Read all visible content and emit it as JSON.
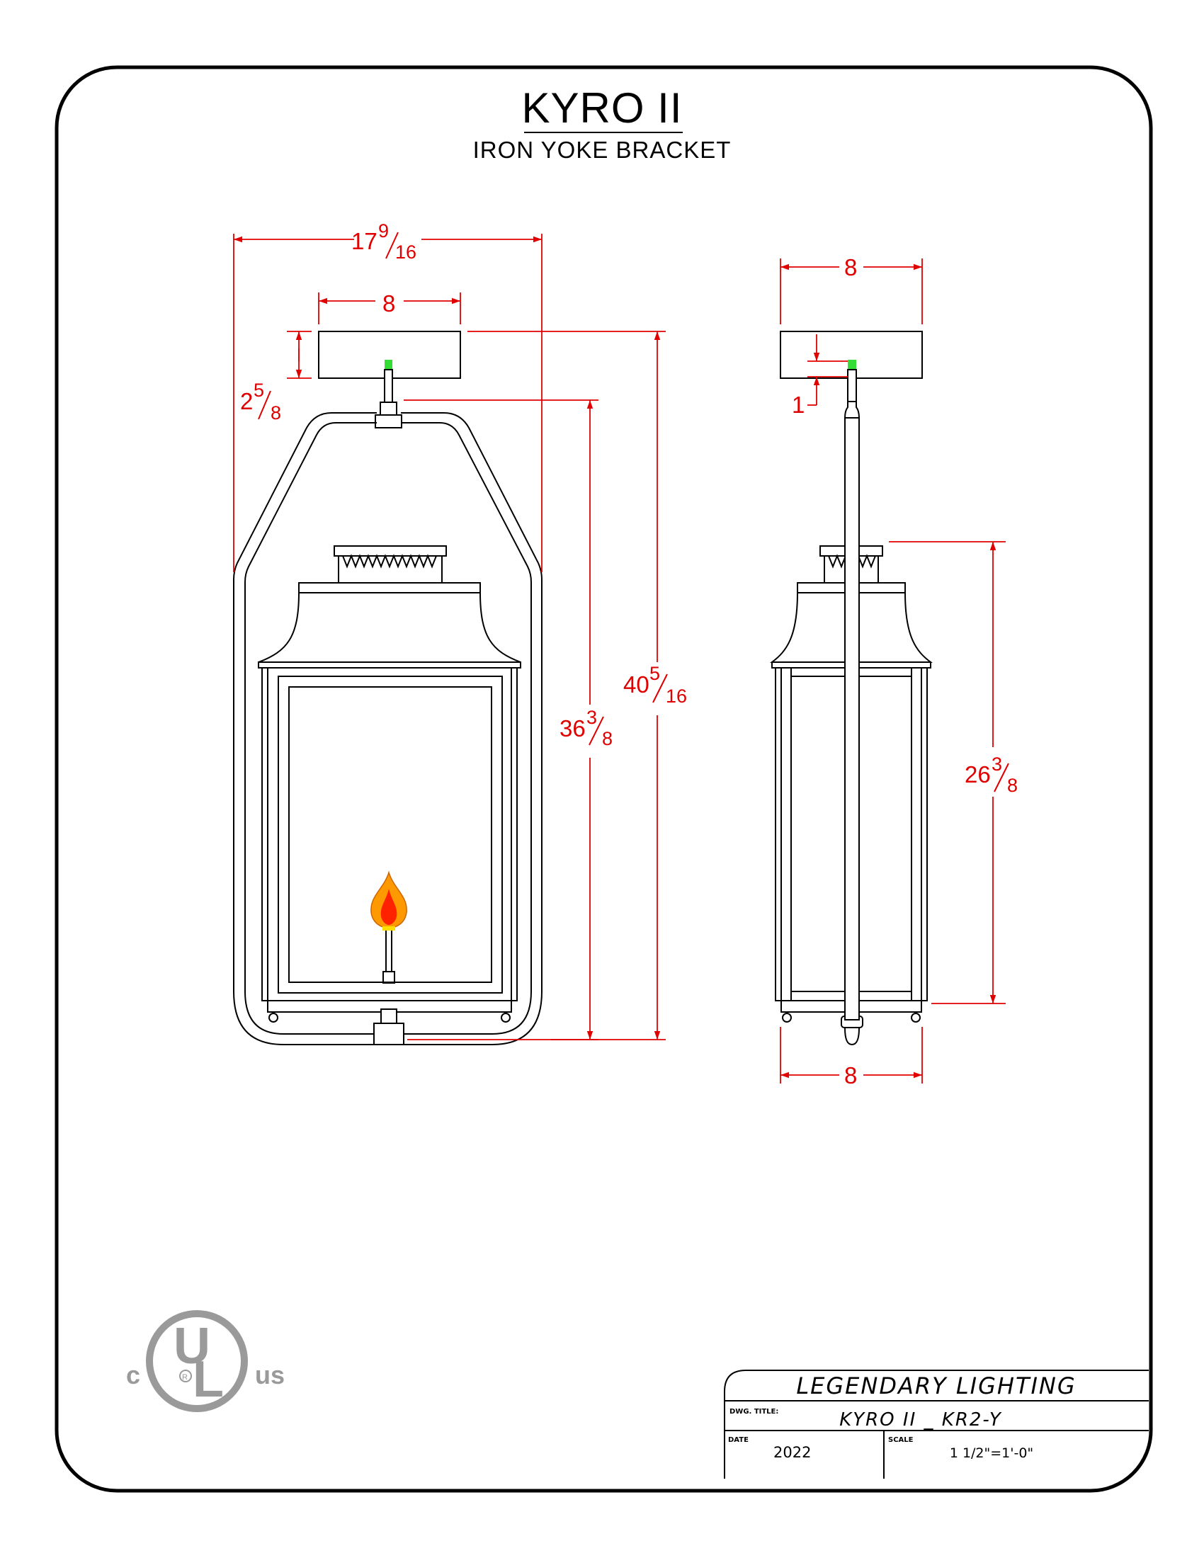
{
  "header": {
    "title": "KYRO II",
    "subtitle": "IRON YOKE BRACKET"
  },
  "dimensions": {
    "front_overall_width": {
      "whole": "17",
      "num": "9",
      "den": "16"
    },
    "front_canopy_width": "8",
    "front_canopy_offset": {
      "whole": "2",
      "num": "5",
      "den": "8"
    },
    "front_fixture_height": {
      "whole": "36",
      "num": "3",
      "den": "8"
    },
    "front_overall_height": {
      "whole": "40",
      "num": "5",
      "den": "16"
    },
    "side_canopy_width": "8",
    "side_offset": "1",
    "side_body_height": {
      "whole": "26",
      "num": "3",
      "den": "8"
    },
    "side_base_width": "8"
  },
  "logo": {
    "left": "c",
    "right": "us",
    "mark": "UL",
    "registered": "R"
  },
  "title_block": {
    "company": "LEGENDARY LIGHTING",
    "dwg_title_label": "DWG. TITLE:",
    "dwg_title": "KYRO II _ KR2-Y",
    "date_label": "DATE",
    "date": "2022",
    "scale_label": "SCALE",
    "scale": "1 1/2\"=1'-0\""
  },
  "colors": {
    "dimension": "#e00000",
    "line": "#000000",
    "logo": "#9a9a9a",
    "valve": "#33dd33"
  }
}
